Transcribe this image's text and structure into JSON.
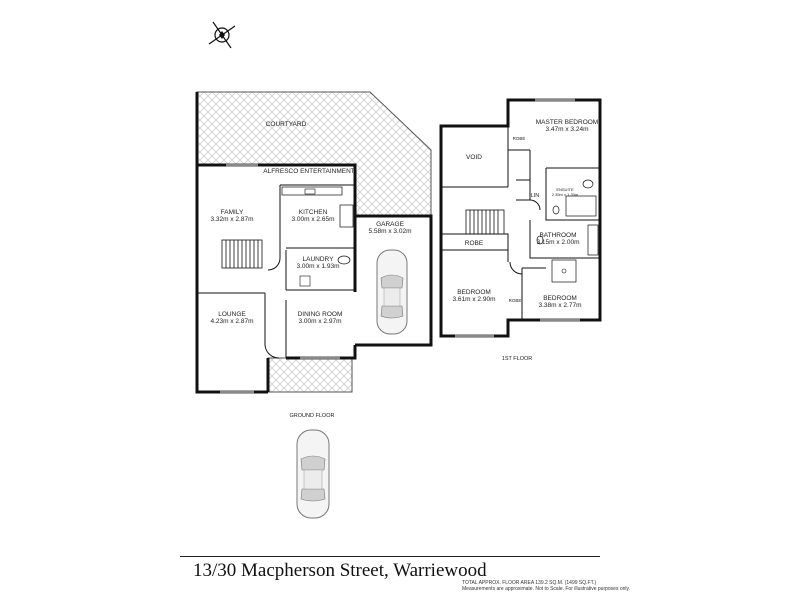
{
  "floors": {
    "ground_label": "GROUND FLOOR",
    "first_label": "1ST FLOOR"
  },
  "rooms": {
    "courtyard": {
      "name": "COURTYARD"
    },
    "alfresco": {
      "name": "ALFRESCO ENTERTAINMENT"
    },
    "family": {
      "name": "FAMILY",
      "dims": "3.32m x 2.87m"
    },
    "kitchen": {
      "name": "KITCHEN",
      "dims": "3.00m x 2.65m"
    },
    "garage": {
      "name": "GARAGE",
      "dims": "5.58m x 3.02m"
    },
    "laundry": {
      "name": "LAUNDRY",
      "dims": "3.00m x 1.93m"
    },
    "lounge": {
      "name": "LOUNGE",
      "dims": "4.23m x 2.87m"
    },
    "dining": {
      "name": "DINING ROOM",
      "dims": "3.00m x 2.97m"
    },
    "master": {
      "name": "MASTER BEDROOM",
      "dims": "3.47m x 3.24m"
    },
    "void": {
      "name": "VOID"
    },
    "robe_master": {
      "name": "ROBE"
    },
    "lin": {
      "name": "LIN"
    },
    "ensuite": {
      "name": "ENSUITE",
      "dims": "2.35m x 1.33m"
    },
    "bathroom": {
      "name": "BATHROOM",
      "dims": "3.15m x 2.00m"
    },
    "robe_bed2": {
      "name": "ROBE"
    },
    "bedroom2": {
      "name": "BEDROOM",
      "dims": "3.61m x 2.90m"
    },
    "bedroom3": {
      "name": "BEDROOM",
      "dims": "3.38m x 2.77m"
    },
    "robe_bed3": {
      "name": "ROBE"
    }
  },
  "footer": {
    "address": "13/30 Macpherson Street, Warriewood",
    "area_line1": "TOTAL APPROX. FLOOR AREA 139.2 SQ.M. (1499 SQ.FT.)",
    "area_line2": "Measurements are approximate. Not to Scale. For illustrative purposes only."
  },
  "icons": [
    "compass-icon",
    "car-icon"
  ],
  "colors": {
    "wall": "#111111",
    "hatch": "#cccccc",
    "background": "#ffffff"
  }
}
